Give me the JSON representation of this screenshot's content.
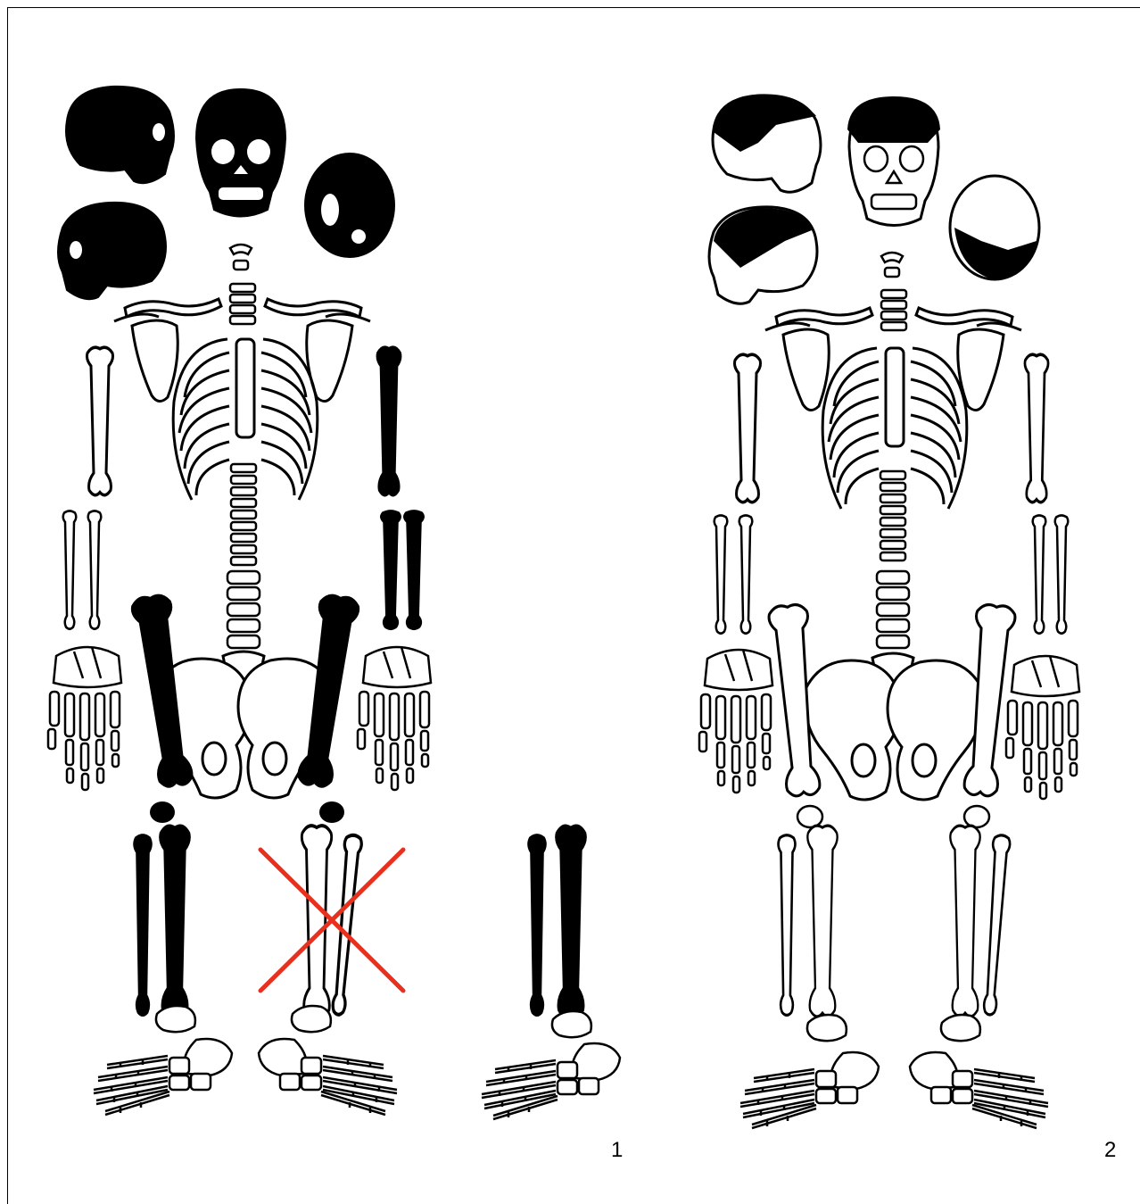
{
  "figures": [
    {
      "label": "1",
      "style": "inventory",
      "missing_marker": "red-cross",
      "colors": {
        "present": "#000000",
        "absent": "#ffffff",
        "marker": "#e8301e"
      }
    },
    {
      "label": "2",
      "style": "reference",
      "colors": {
        "outline": "#000000",
        "fill": "#ffffff"
      }
    }
  ]
}
